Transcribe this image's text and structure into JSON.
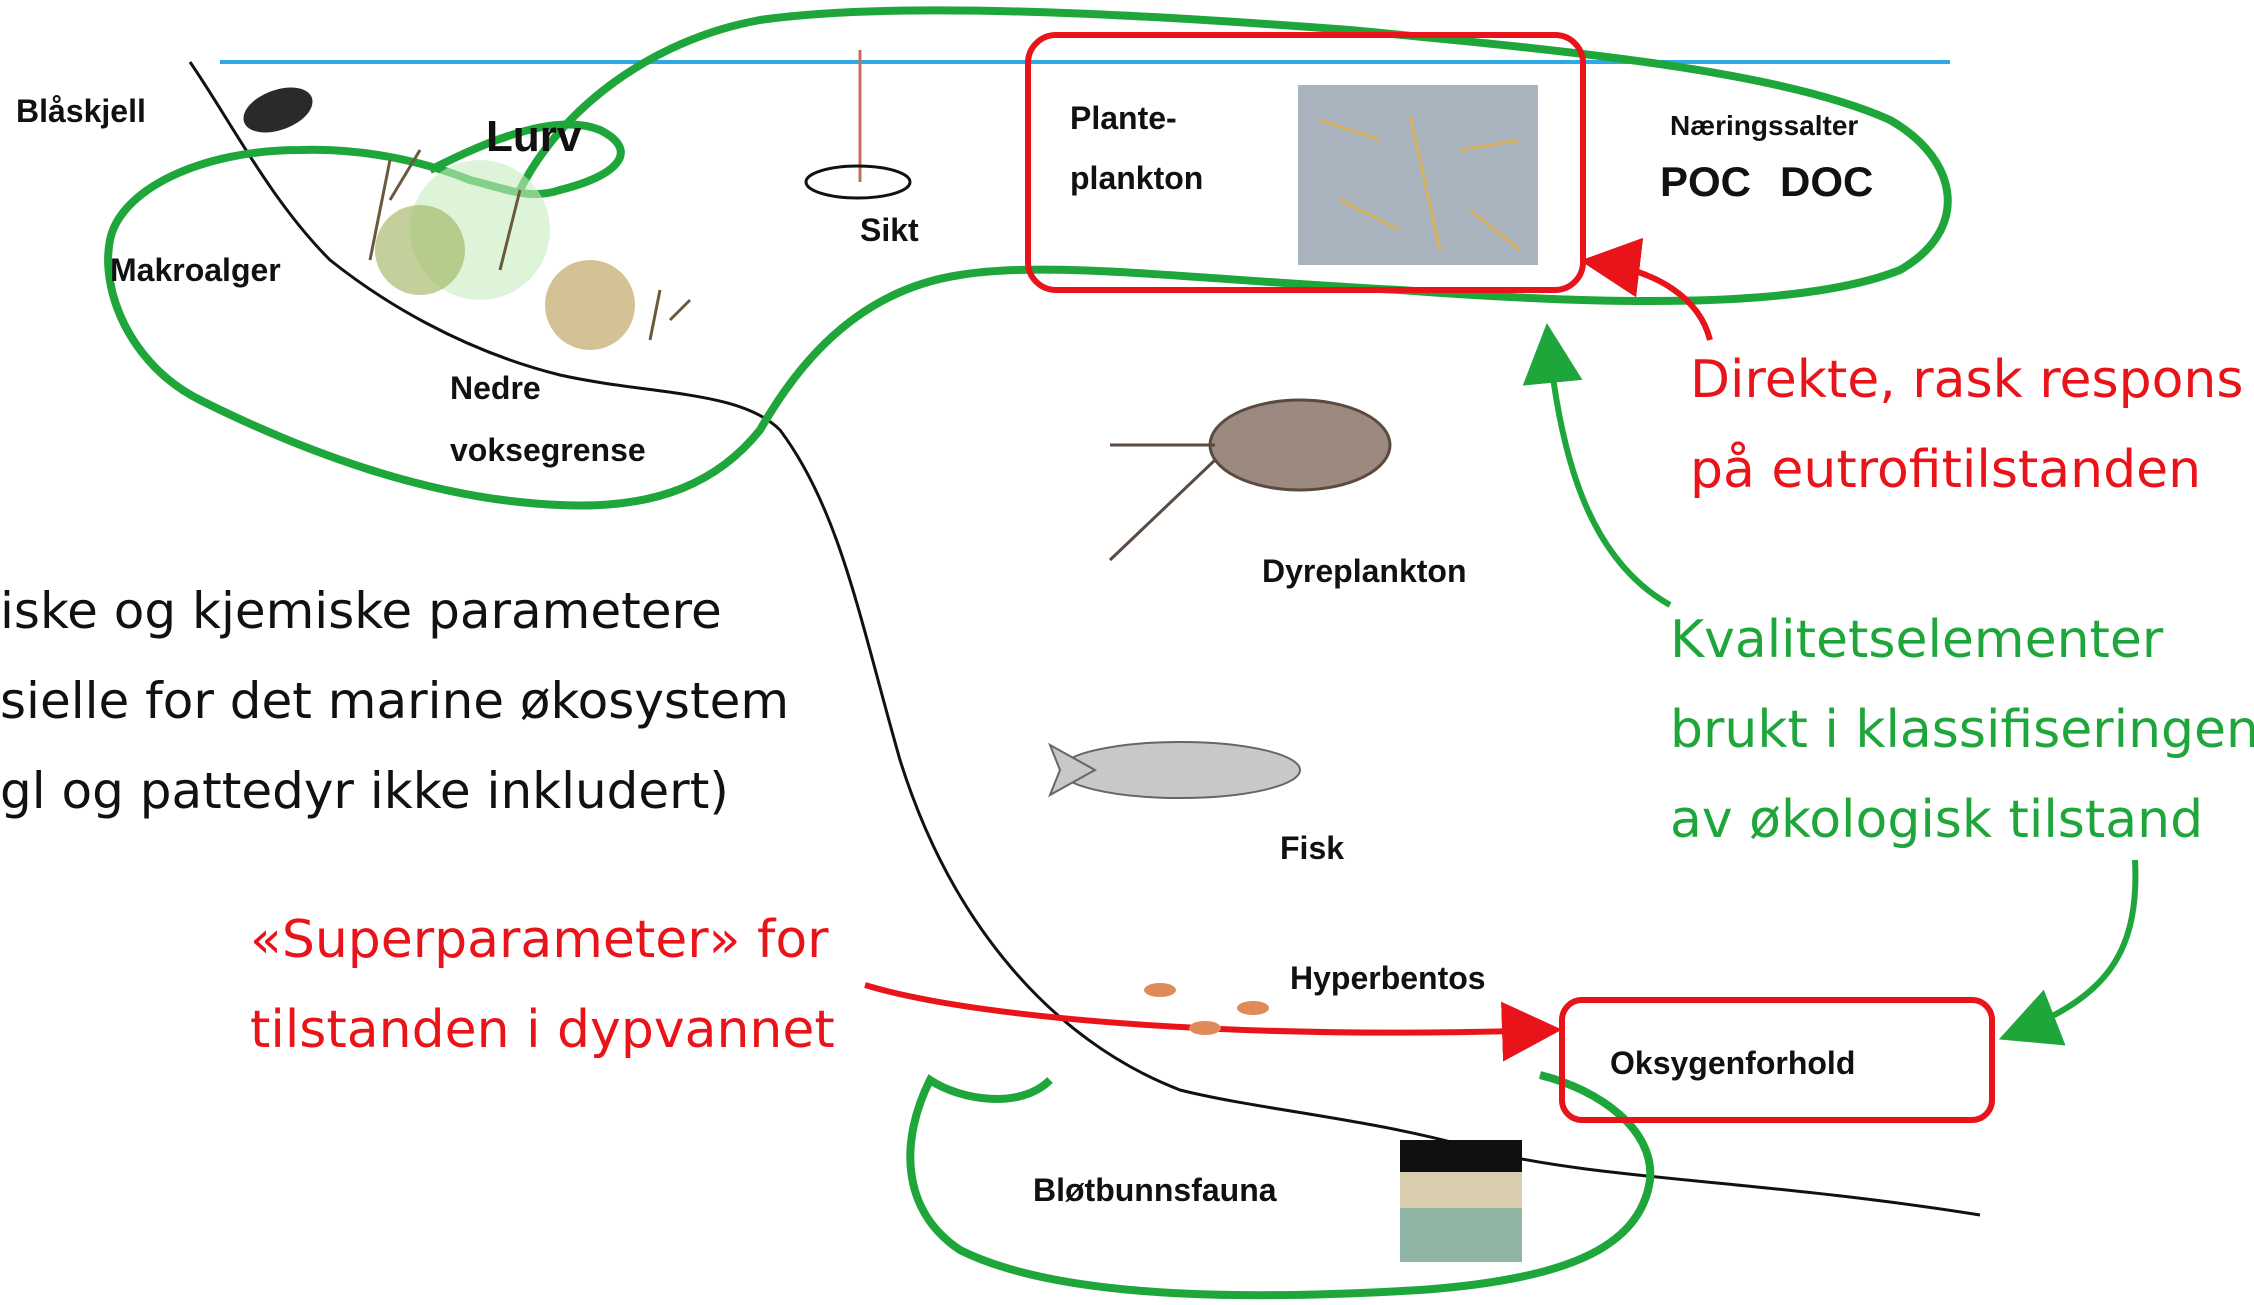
{
  "labels": {
    "blaaskjell": "Blåskjell",
    "lurv": "Lurv",
    "makroalger": "Makroalger",
    "nedre_voksegrense_line1": "Nedre",
    "nedre_voksegrense_line2": "voksegrense",
    "sikt": "Sikt",
    "planteplankton_line1": "Plante-",
    "planteplankton_line2": "plankton",
    "naeringssalter": "Næringssalter",
    "poc": "POC",
    "doc": "DOC",
    "dyreplankton": "Dyreplankton",
    "fisk": "Fisk",
    "hyperbentos": "Hyperbentos",
    "oksygenforhold": "Oksygenforhold",
    "blotbunnsfauna": "Bløtbunnsfauna"
  },
  "notes": {
    "direkte_line1": "Direkte, rask respons",
    "direkte_line2": "på eutrofitilstanden",
    "kvalitet_line1": "Kvalitetselementer",
    "kvalitet_line2": "brukt i klassifiseringen",
    "kvalitet_line3": "av økologisk tilstand",
    "super_line1": "«Superparameter» for",
    "super_line2": "tilstanden i dypvannet",
    "left_line1": "iske og kjemiske parametere",
    "left_line2": "sielle for det marine økosystem",
    "left_line3": "gl og pattedyr ikke inkludert)"
  },
  "colors": {
    "highlight_red": "#e8141a",
    "quality_green": "#1ea63a",
    "water_surface": "#2ea8e6",
    "seabed_line": "#111111"
  }
}
